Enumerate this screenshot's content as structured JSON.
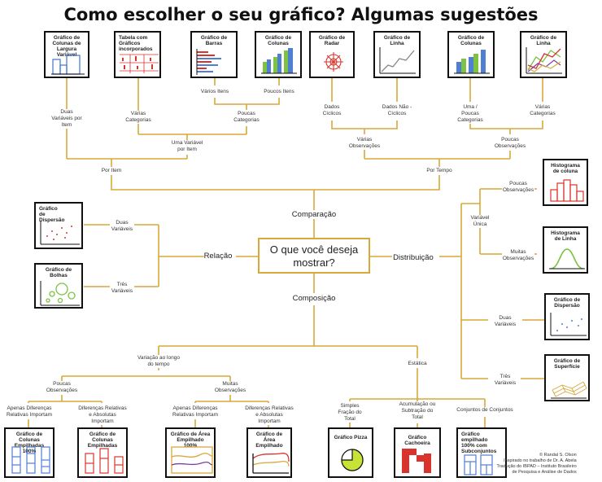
{
  "title": "Como escolher o seu gráfico? Algumas sugestões",
  "center": "O que você deseja mostrar?",
  "branches": {
    "comparacao": "Comparação",
    "relacao": "Relação",
    "distribuicao": "Distribuição",
    "composicao": "Composição"
  },
  "comparison": {
    "por_item": "Por Item",
    "por_tempo": "Por Tempo",
    "uma_variavel_por_item": "Uma Variável por Item",
    "duas_variaveis_por_item": "Duas Variáveis por Item",
    "varias_categorias_1": "Várias Categorias",
    "poucas_categorias_1": "Poucas Categorias",
    "varios_itens": "Vários Itens",
    "poucos_itens": "Poucos Itens",
    "varias_observacoes": "Várias Observações",
    "poucas_observacoes": "Poucas Observações",
    "dados_ciclicos": "Dados Cíclicos",
    "dados_nao_ciclicos": "Dados Não - Cíclicos",
    "uma_poucas_categorias": "Uma / Poucas Categorias",
    "varias_categorias_2": "Várias Categorias"
  },
  "relation": {
    "duas_variaveis": "Duas Variáveis",
    "tres_variaveis": "Três Variáveis"
  },
  "distribution": {
    "variavel_unica": "Variável Única",
    "poucas_observacoes": "Poucas Observações",
    "muitas_observacoes": "Muitas Observações",
    "duas_variaveis": "Duas Variáveis",
    "tres_variaveis": "Três Variáveis"
  },
  "composition": {
    "variacao_tempo": "Variação ao longo do tempo",
    "estatica": "Estática",
    "poucas_observacoes": "Poucas Observações",
    "muitas_observacoes": "Muitas Observações",
    "apenas_dif_rel_1": "Apenas Diferenças Relativas Importam",
    "dif_rel_abs_1": "Diferenças Relativas e Absolutas Importam",
    "apenas_dif_rel_2": "Apenas Diferenças Relativas Importam",
    "dif_rel_abs_2": "Diferenças Relativas e Absolutas Importam",
    "simples_fracao": "Simples Fração do Total",
    "acumulacao": "Acumulação ou Subtração do Total",
    "conjuntos": "Conjuntos de Conjuntos"
  },
  "cards": {
    "colunas_largura": "Gráfico de Colunas de Largura Variável",
    "tabela": "Tabela com Gráficos incorporados",
    "barras": "Gráfico de Barras",
    "colunas_1": "Gráfico de Colunas",
    "radar": "Gráfico de Radar",
    "linha_1": "Gráfico de Linha",
    "colunas_2": "Gráfico de Colunas",
    "linha_2": "Gráfico de Linha",
    "dispersao_1": "Gráfico de Dispersão",
    "bolhas": "Gráfico de Bolhas",
    "histograma_coluna": "Histograma de coluna",
    "histograma_linha": "Histograma de Linha",
    "dispersao_2": "Gráfico de Dispersão",
    "superficie": "Gráfico de Superfície",
    "colunas_empilhadas_100": "Gráfico de Colunas Empilhadas 100%",
    "colunas_empilhadas": "Gráfico de Colunas Empilhadas",
    "area_empilhado_100": "Gráfico de Área Empilhado 100%",
    "area_empilhado": "Gráfico de Área Empilhado",
    "pizza": "Gráfico Pizza",
    "cachoeira": "Gráfico Cachoeira",
    "empilhado_subconjuntos": "Gráfico empilhado 100% com Subconjuntos"
  },
  "credit": "© Randal S. Olson\nInspirado no trabalho de Dr. A. Abela\nTradução do IBPAD – Instituto Brasileiro\nde Pesquisa e Análise de Dados",
  "colors": {
    "connector": "#d8a93a",
    "blue": "#4f7fd1",
    "green": "#7dc242",
    "red": "#d9342b",
    "yellow": "#d8a93a",
    "purple": "#7a3fa0"
  }
}
